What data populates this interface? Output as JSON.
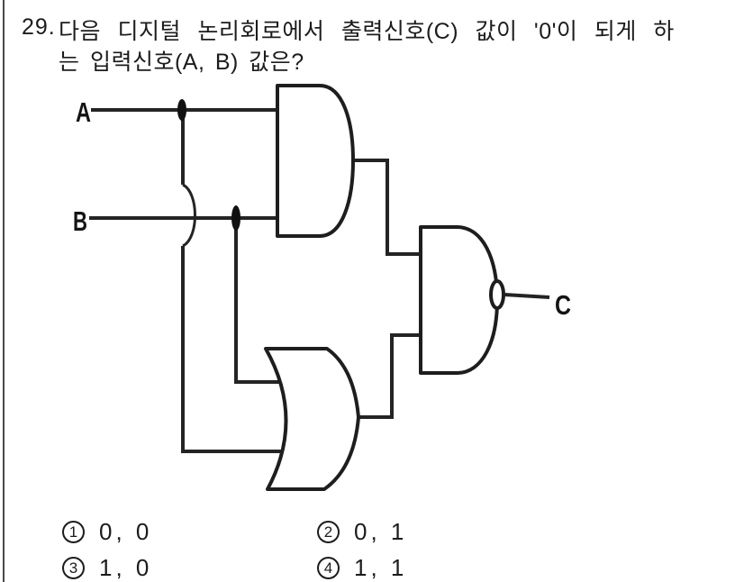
{
  "page": {
    "background": "#ffffff",
    "ink_color": "#1c1c1c",
    "line_color": "#242424"
  },
  "question": {
    "number": "29.",
    "text_line1": "다음 디지털 논리회로에서 출력신호(C) 값이 '0'이 되게 하",
    "text_line2": "는 입력신호(A, B) 값은?"
  },
  "circuit": {
    "input_a_label": "A",
    "input_b_label": "B",
    "output_c_label": "C",
    "gates": [
      {
        "id": "and-gate",
        "type": "AND",
        "inputs": [
          "A",
          "B"
        ]
      },
      {
        "id": "or-gate",
        "type": "OR",
        "inputs": [
          "B",
          "A"
        ]
      },
      {
        "id": "nand-gate",
        "type": "NAND",
        "inputs": [
          "AND output",
          "OR output"
        ],
        "output": "C"
      }
    ]
  },
  "options": [
    {
      "number": "1",
      "value": "0, 0"
    },
    {
      "number": "2",
      "value": "0, 1"
    },
    {
      "number": "3",
      "value": "1, 0"
    },
    {
      "number": "4",
      "value": "1, 1"
    }
  ]
}
